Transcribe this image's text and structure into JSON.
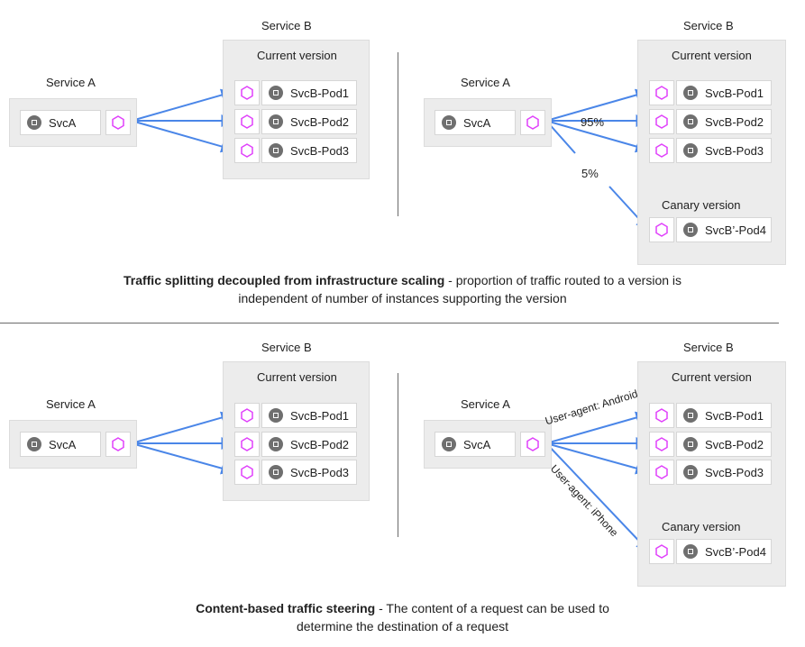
{
  "panels": [
    {
      "service_a": {
        "title": "Service A",
        "svc_label": "SvcA"
      },
      "service_b": {
        "title": "Service B",
        "current": {
          "title": "Current version",
          "pods": [
            "SvcB-Pod1",
            "SvcB-Pod2",
            "SvcB-Pod3"
          ]
        }
      }
    },
    {
      "service_a": {
        "title": "Service A",
        "svc_label": "SvcA"
      },
      "service_b": {
        "title": "Service B",
        "current": {
          "title": "Current version",
          "pods": [
            "SvcB-Pod1",
            "SvcB-Pod2",
            "SvcB-Pod3"
          ]
        },
        "canary": {
          "title": "Canary  version",
          "pods": [
            "SvcB’-Pod4"
          ]
        }
      },
      "route_labels": [
        "95%",
        "5%"
      ]
    },
    {
      "service_a": {
        "title": "Service A",
        "svc_label": "SvcA"
      },
      "service_b": {
        "title": "Service B",
        "current": {
          "title": "Current version",
          "pods": [
            "SvcB-Pod1",
            "SvcB-Pod2",
            "SvcB-Pod3"
          ]
        }
      }
    },
    {
      "service_a": {
        "title": "Service A",
        "svc_label": "SvcA"
      },
      "service_b": {
        "title": "Service B",
        "current": {
          "title": "Current version",
          "pods": [
            "SvcB-Pod1",
            "SvcB-Pod2",
            "SvcB-Pod3"
          ]
        },
        "canary": {
          "title": "Canary  version",
          "pods": [
            "SvcB’-Pod4"
          ]
        }
      },
      "route_labels": [
        "User-agent: Android",
        "User-agent: iPhone"
      ]
    }
  ],
  "captions": {
    "top": {
      "bold": "Traffic splitting decoupled from infrastructure scaling",
      "rest_line1": " - proportion of traffic routed to a version is",
      "line2": "independent of number of instances supporting the version"
    },
    "bottom": {
      "bold": "Content-based traffic steering",
      "rest_line1": " - The content of a request can be used to",
      "line2": "determine the destination of a request"
    }
  },
  "colors": {
    "arrow": "#4a86e8",
    "hex_icon": "#e040fb",
    "chip_icon": "#6f6f6f",
    "box_bg": "#ececec",
    "divider": "#6a6a6a"
  },
  "icons": {
    "proxy": "hexagon-icon",
    "workload": "chip-icon"
  }
}
